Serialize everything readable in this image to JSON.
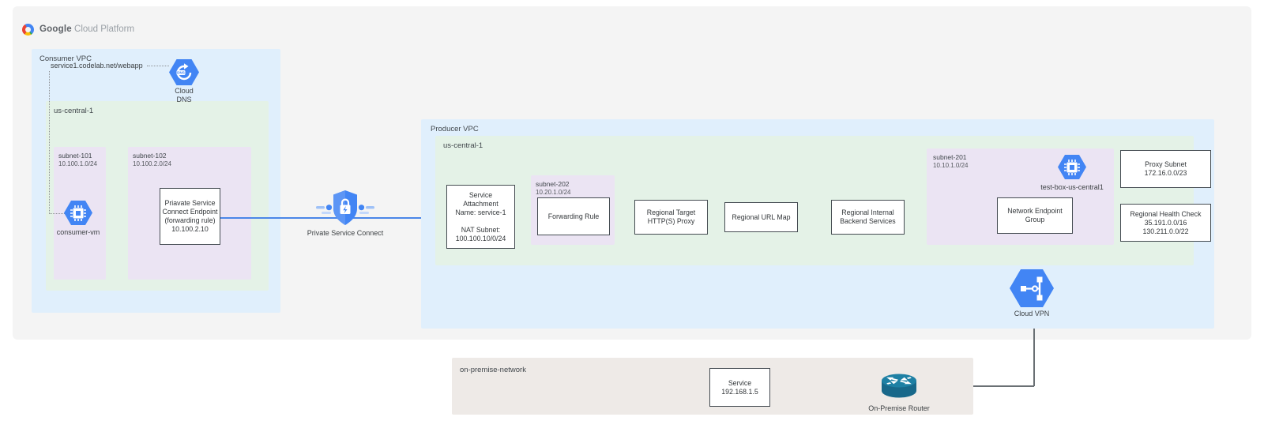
{
  "header": {
    "brand_bold": "Google",
    "brand_light": "Cloud Platform"
  },
  "consumer_vpc": {
    "label": "Consumer VPC",
    "dns_record": "service1.codelab.net/webapp",
    "cloud_dns_label": "Cloud\nDNS",
    "region": {
      "label": "us-central-1",
      "subnet_101": {
        "name": "subnet-101",
        "cidr": "10.100.1.0/24",
        "vm_label": "consumer-vm"
      },
      "subnet_102": {
        "name": "subnet-102",
        "cidr": "10.100.2.0/24",
        "endpoint_box": "Priavate Service\nConnect Endpoint\n(forwarding rule)\n10.100.2.10"
      }
    }
  },
  "psc": {
    "label": "Private Service Connect"
  },
  "producer_vpc": {
    "label": "Producer VPC",
    "region": {
      "label": "us-central-1",
      "service_attachment": "Service\nAttachment\nName: service-1\n\nNAT Subnet:\n100.100.10/0/24",
      "subnet_202": {
        "name": "subnet-202",
        "cidr": "10.20.1.0/24",
        "forwarding_rule": "Forwarding Rule"
      },
      "regional_target_proxy": "Regional Target\nHTTP(S) Proxy",
      "regional_url_map": "Regional URL Map",
      "regional_backend": "Regional Internal\nBackend Services",
      "subnet_201": {
        "name": "subnet-201",
        "cidr": "10.10.1.0/24",
        "neg": "Network Endpoint\nGroup",
        "vm_label": "test-box-us-central1"
      },
      "proxy_subnet": "Proxy Subnet\n172.16.0.0/23",
      "health_check": "Regional Health Check\n35.191.0.0/16\n130.211.0.0/22"
    },
    "cloud_vpn_label": "Cloud VPN"
  },
  "on_premise": {
    "label": "on-premise-network",
    "service_box": "Service\n192.168.1.5",
    "router_label": "On-Premise Router"
  },
  "colors": {
    "accent_blue": "#4285f4",
    "vpc_blue": "#e0effc",
    "zone_green": "#e4f2e7",
    "subnet_purple": "#ebe4f3",
    "onprem_beige": "#eeeae7",
    "canvas_gray": "#f4f4f4",
    "router_teal": "#19708f",
    "connector_gray": "#6a7074",
    "connector_blue": "#4a86e8"
  }
}
